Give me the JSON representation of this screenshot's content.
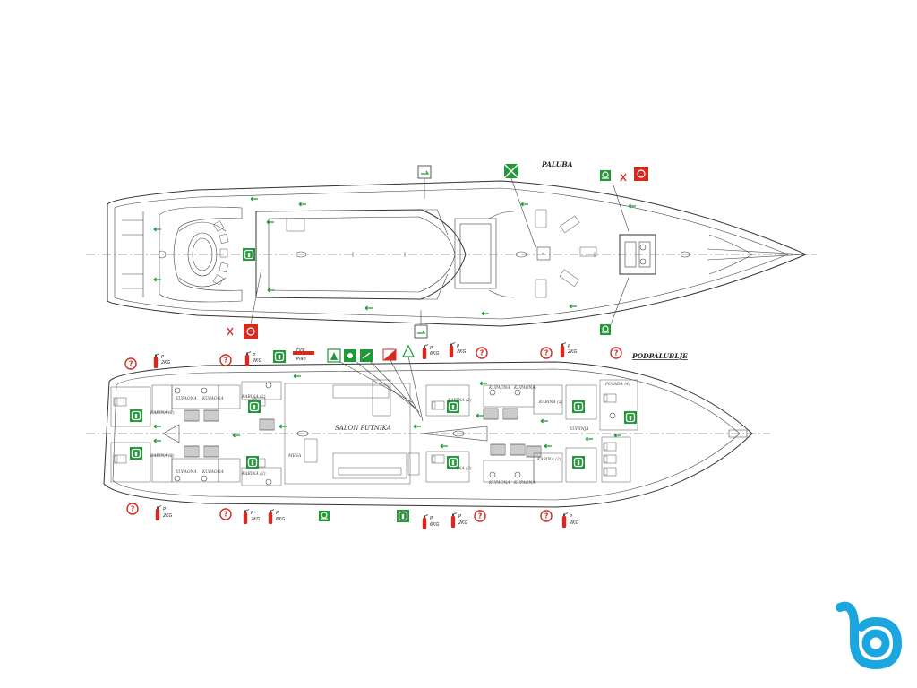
{
  "decks": {
    "upper": {
      "title": "PALUBA"
    },
    "lower": {
      "title": "PODPALUBLJE",
      "rooms": {
        "salon": "SALON PUTNIKA",
        "cabin": "KABINA (2)",
        "bath": "KUPAONA",
        "crew_cabin": "POSADA (4)",
        "bath_short": "KUPAONA",
        "kitchen": "KUHINJA",
        "mess": "MESA"
      }
    }
  },
  "legend": {
    "fire_plan_line1": "Fire",
    "fire_plan_line2": "Plan"
  },
  "extinguishers": {
    "label_p": "P",
    "label_2kg": "2KG",
    "label_6kg": "6KG"
  },
  "colors": {
    "safety_green": "#1f9a37",
    "fire_red": "#d42a1f",
    "hull_line": "#333333",
    "logo_blue": "#1ba6e0"
  },
  "icons": {
    "logo": "b-logo-icon",
    "lifebuoy": "lifebuoy-icon",
    "extinguisher": "fire-extinguisher-icon",
    "help": "question-icon"
  }
}
